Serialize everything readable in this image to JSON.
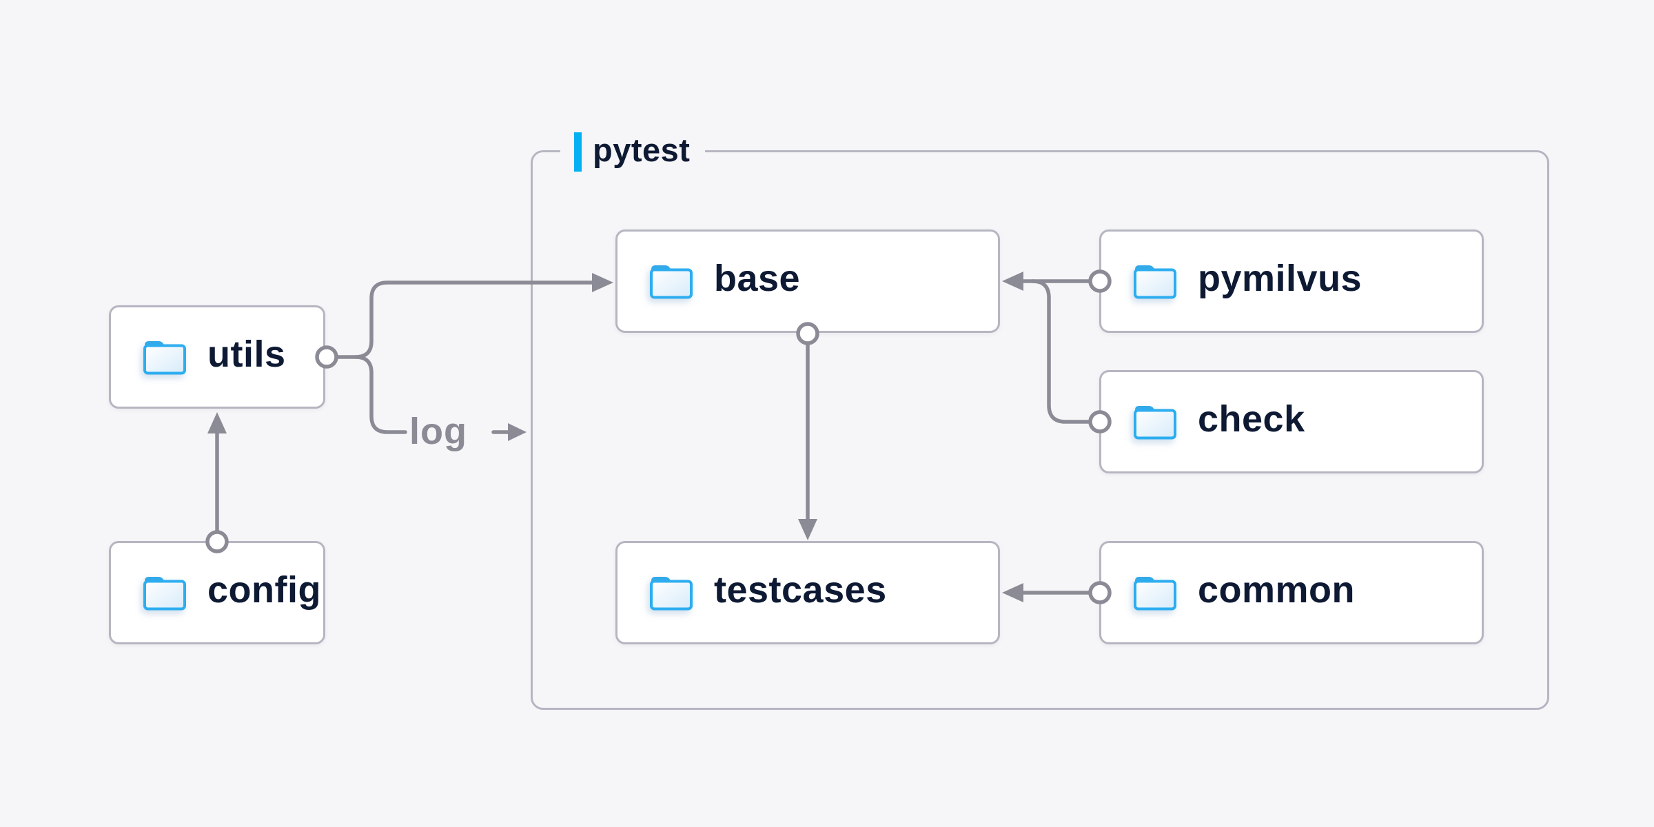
{
  "colors": {
    "background": "#f6f6f8",
    "accent_blue": "#05b0f2",
    "connector_gray": "#8b8b96",
    "border_gray": "#b6b6c2",
    "text_navy": "#0e1a33",
    "node_background": "#ffffff",
    "folder_blue": "#2cadf0",
    "folder_tab_blue": "#33a9e8",
    "folder_fill_top": "#ffffff",
    "folder_fill_bottom": "#d7ebfa"
  },
  "diagram": {
    "group": {
      "label": "pytest"
    },
    "nodes": {
      "utils": {
        "label": "utils",
        "icon": "folder-icon"
      },
      "config": {
        "label": "config",
        "icon": "folder-icon"
      },
      "base": {
        "label": "base",
        "icon": "folder-icon"
      },
      "pymilvus": {
        "label": "pymilvus",
        "icon": "folder-icon"
      },
      "check": {
        "label": "check",
        "icon": "folder-icon"
      },
      "testcases": {
        "label": "testcases",
        "icon": "folder-icon"
      },
      "common": {
        "label": "common",
        "icon": "folder-icon"
      }
    },
    "edge_labels": {
      "log": "log"
    },
    "edges": [
      {
        "from": "config",
        "to": "utils"
      },
      {
        "from": "utils",
        "to": "base"
      },
      {
        "from": "utils",
        "to": "log",
        "label": "log"
      },
      {
        "from": "pymilvus",
        "to": "base"
      },
      {
        "from": "check",
        "to": "base"
      },
      {
        "from": "base",
        "to": "testcases"
      },
      {
        "from": "common",
        "to": "testcases"
      }
    ]
  }
}
